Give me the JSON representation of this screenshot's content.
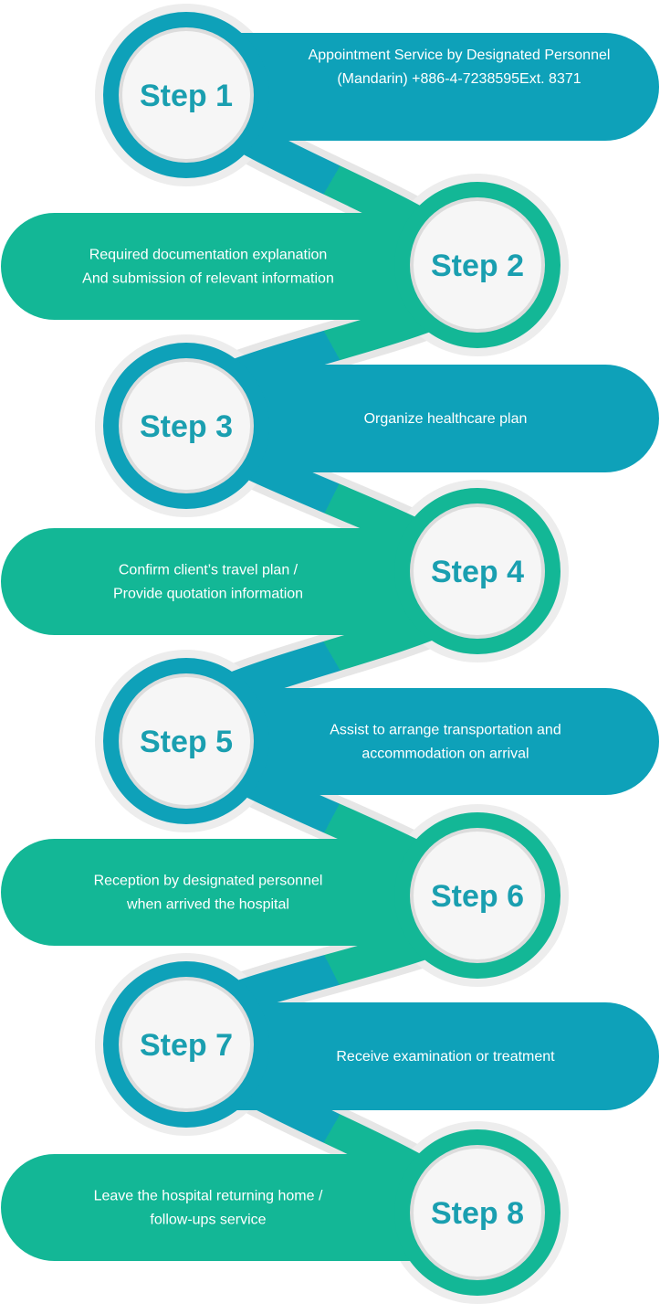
{
  "colors": {
    "blue": "#0ea1b9",
    "green": "#13b796",
    "step_text": "#1a9fb0",
    "halo": "#ededed",
    "disc": "#f6f6f6"
  },
  "steps": [
    {
      "label": "Step 1",
      "color": "blue",
      "lines": [
        "Appointment Service by Designated Personnel",
        "(Mandarin) +886-4-7238595Ext. 8371"
      ]
    },
    {
      "label": "Step 2",
      "color": "green",
      "lines": [
        "Required documentation explanation",
        "And submission of relevant information"
      ]
    },
    {
      "label": "Step 3",
      "color": "blue",
      "lines": [
        "Organize healthcare plan"
      ]
    },
    {
      "label": "Step 4",
      "color": "green",
      "lines": [
        "Confirm client’s travel plan /",
        "Provide quotation information"
      ]
    },
    {
      "label": "Step 5",
      "color": "blue",
      "lines": [
        "Assist to arrange transportation and",
        "accommodation on arrival"
      ]
    },
    {
      "label": "Step 6",
      "color": "green",
      "lines": [
        "Reception by designated personnel",
        "when arrived the hospital"
      ]
    },
    {
      "label": "Step 7",
      "color": "blue",
      "lines": [
        "Receive examination or treatment"
      ]
    },
    {
      "label": "Step 8",
      "color": "green",
      "lines": [
        "Leave the hospital returning home /",
        "follow-ups service"
      ]
    }
  ]
}
